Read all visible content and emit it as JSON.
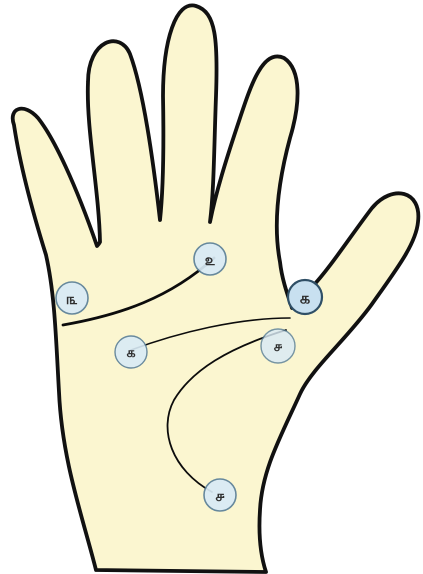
{
  "diagram": {
    "colors": {
      "skin": "#fbf6d0",
      "outline": "#111111",
      "line": "#0c0c0c",
      "marker_fill": "#d9ebf6",
      "marker_stroke": "#5a7f98"
    },
    "markers": {
      "heart_line_start": "௩",
      "heart_line_end": "௨",
      "head_line_start": "௧",
      "head_line_end": "௧",
      "life_line_start": "௪",
      "life_line_end": "௪"
    }
  }
}
